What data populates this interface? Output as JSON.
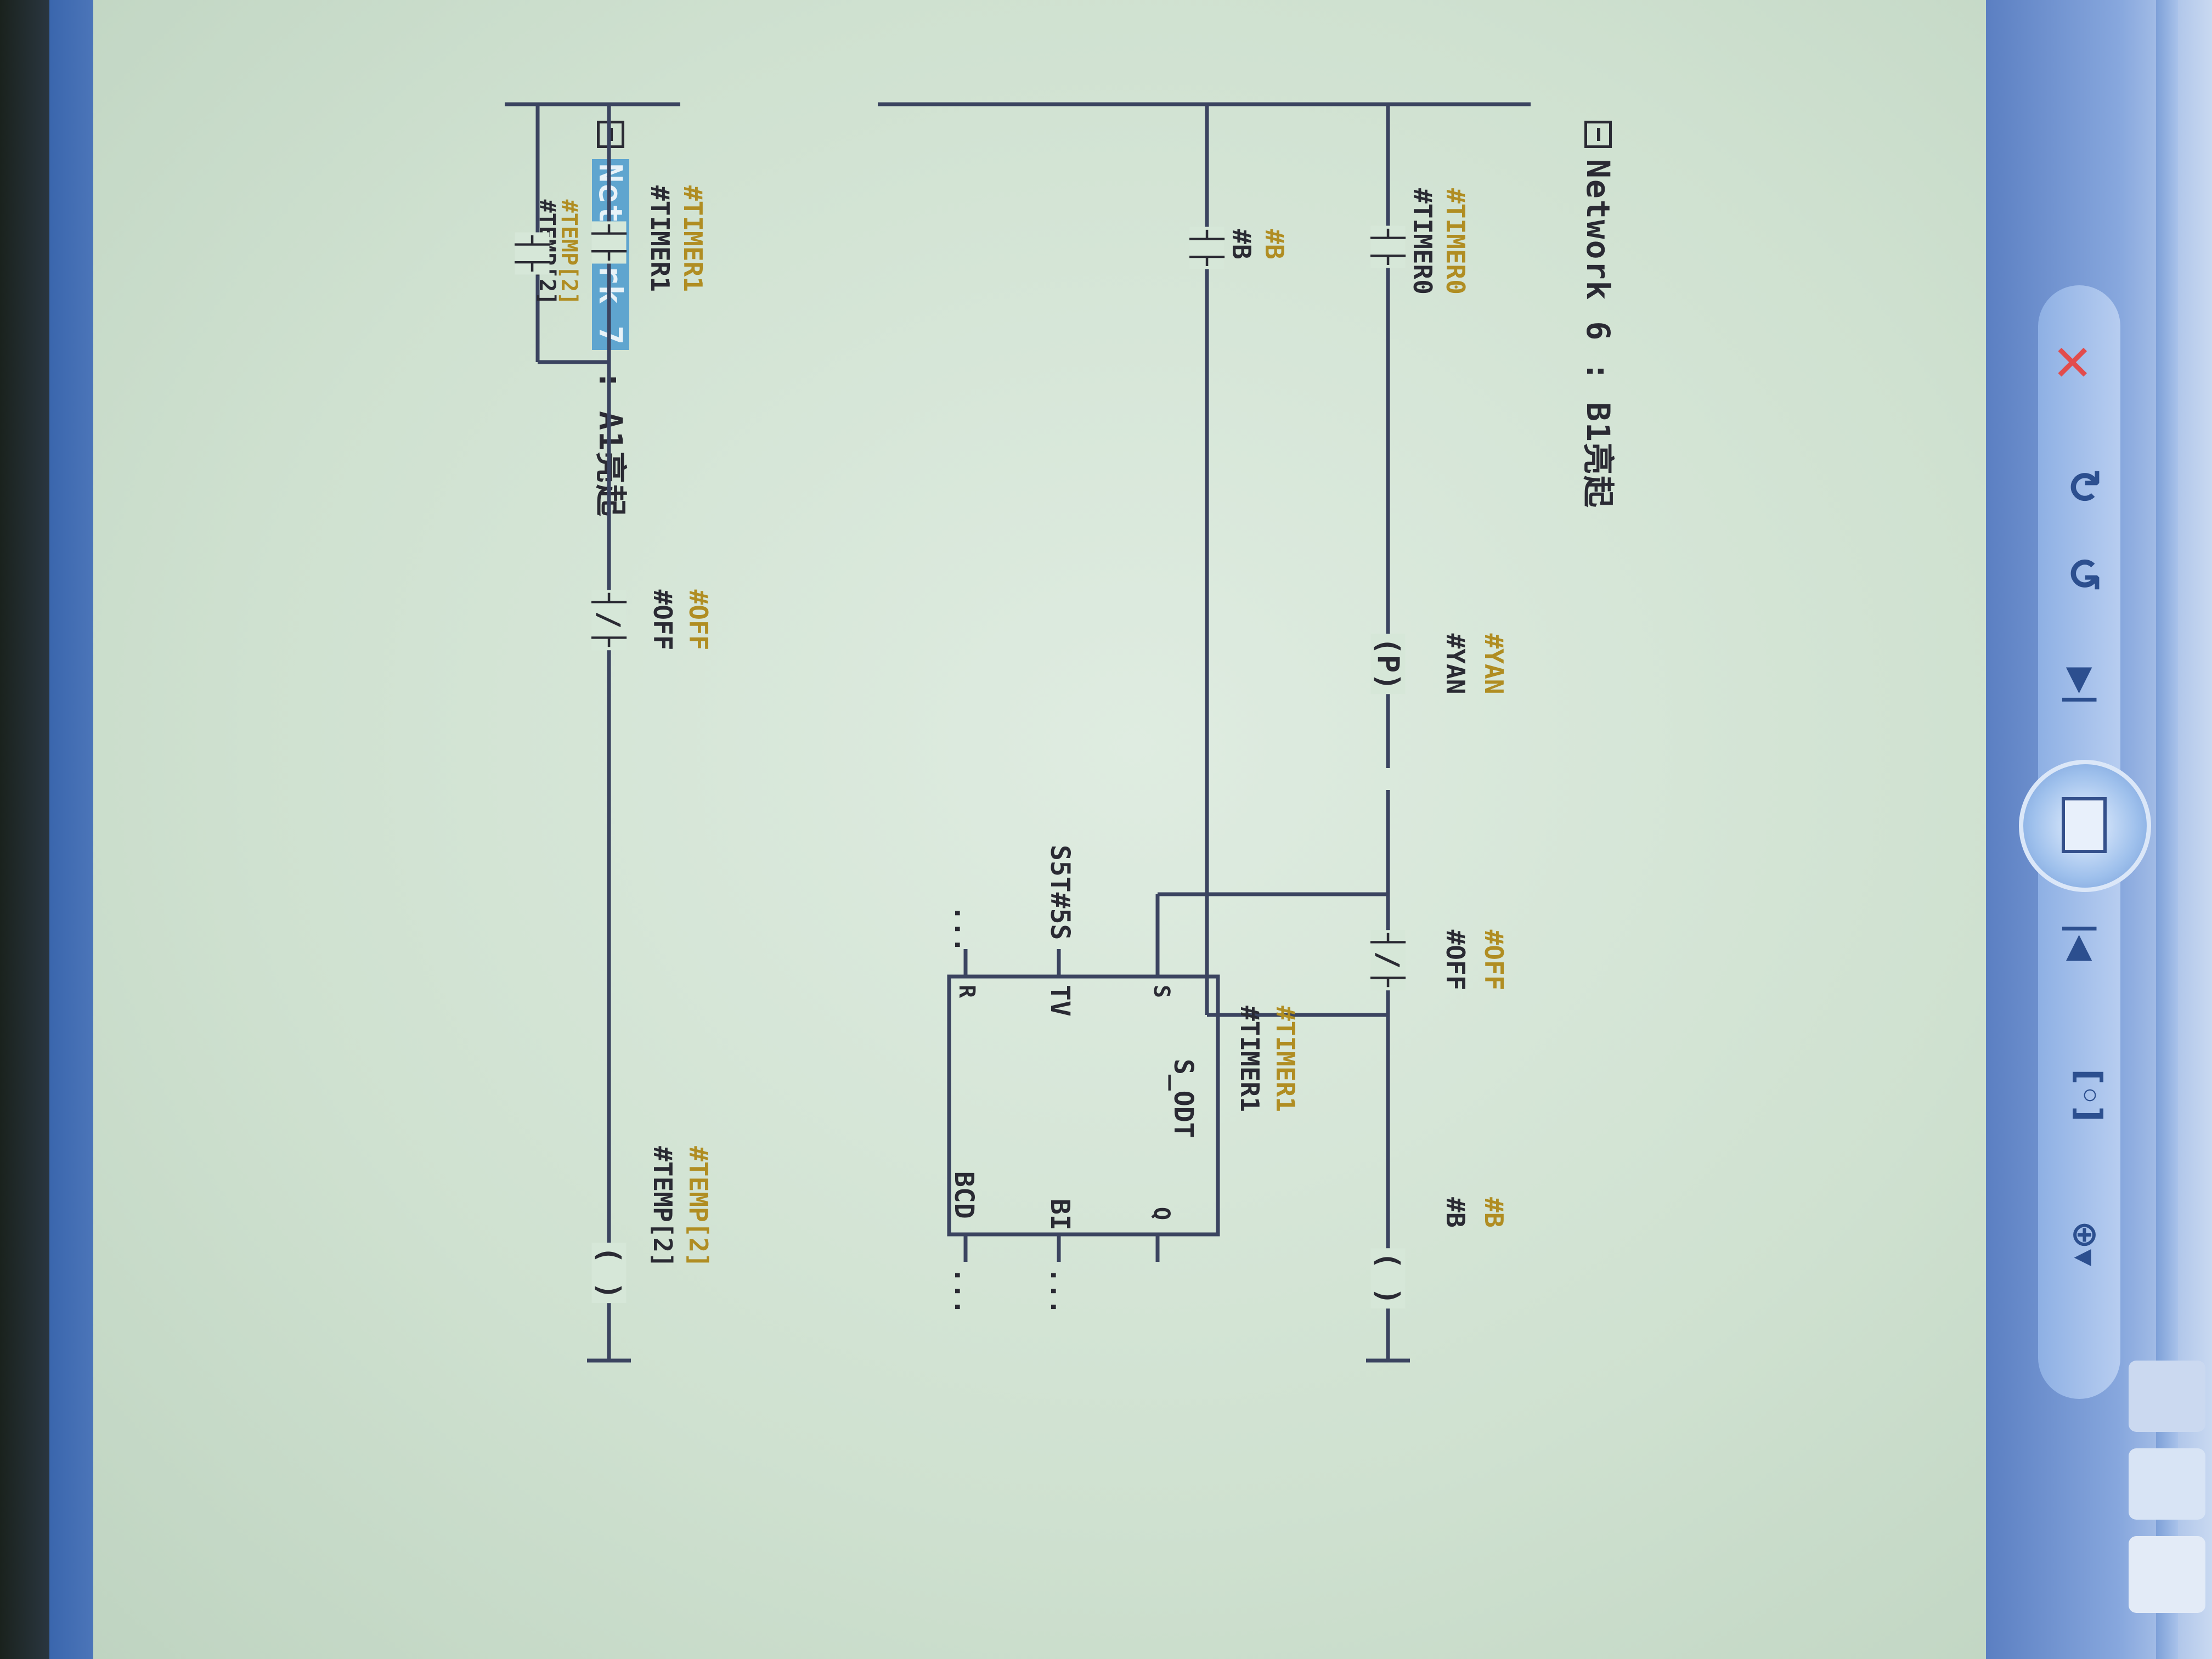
{
  "network6": {
    "prefix": "Network 6",
    "title": ": B1亮起",
    "contact_timer0": {
      "sym": "#TIMER0",
      "var": "#TIMER0"
    },
    "contact_b": {
      "sym": "#B",
      "var": "#B"
    },
    "pcoil_yan": {
      "sym": "#YAN",
      "var": "#YAN",
      "symbol": "(P)"
    },
    "contact_off": {
      "sym": "#OFF",
      "var": "#OFF"
    },
    "coil_b": {
      "sym": "#B",
      "var": "#B",
      "symbol": "( )"
    },
    "timer": {
      "sym": "#TIMER1",
      "var": "#TIMER1",
      "type": "S_ODT",
      "pin_s": "S",
      "pin_tv": "TV",
      "pin_r": "R",
      "pin_q": "Q",
      "pin_bi": "BI",
      "pin_bcd": "BCD",
      "tv_value": "S5T#5S",
      "r_value": "...",
      "bi_out": "...",
      "bcd_out": "..."
    }
  },
  "network7": {
    "prefix": "Network 7",
    "title": ": A1亮起",
    "contact_timer1": {
      "sym": "#TIMER1",
      "var": "#TIMER1"
    },
    "contact_temp2": {
      "sym": "#TEMP[2]",
      "var": "#TEMP[2]"
    },
    "contact_off": {
      "sym": "#OFF",
      "var": "#OFF"
    },
    "coil_temp2": {
      "sym": "#TEMP[2]",
      "var": "#TEMP[2]",
      "symbol": "( )"
    }
  },
  "toolbar": {
    "zoom_icon": "magnifier-icon",
    "fit_icon": "fit-window-icon",
    "prev_icon": "previous-icon",
    "slideshow_icon": "slideshow-icon",
    "next_icon": "next-icon",
    "rotate_ccw_icon": "rotate-ccw-icon",
    "rotate_cw_icon": "rotate-cw-icon",
    "delete_icon": "delete-icon",
    "zoom_glyph": "⊕▾",
    "fit_glyph": "[◦]",
    "prev_glyph": "|◀",
    "next_glyph": "▶|",
    "rot_ccw_glyph": "↺",
    "rot_cw_glyph": "↻",
    "close_glyph": "✕"
  },
  "colors": {
    "symbol_text": "#b08d22",
    "wire": "#3b4460",
    "highlight": "#5fa5cf",
    "close_red": "#e24c4c"
  }
}
